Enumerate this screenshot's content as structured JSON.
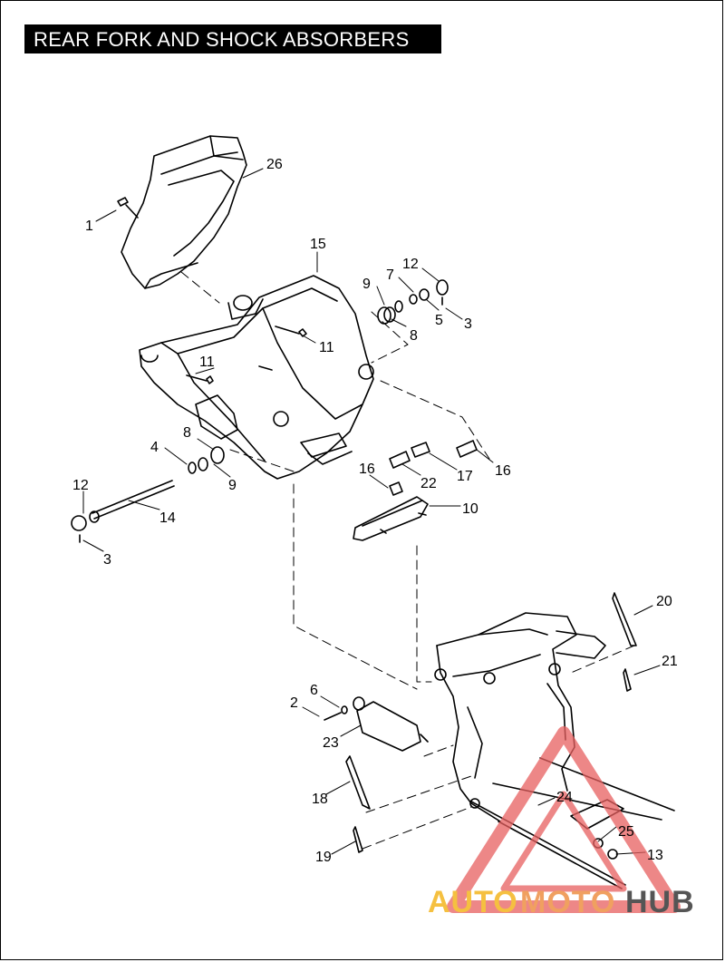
{
  "title": "REAR FORK AND SHOCK ABSORBERS",
  "callouts": [
    {
      "id": "c26",
      "text": "26"
    },
    {
      "id": "c1",
      "text": "1"
    },
    {
      "id": "c15",
      "text": "15"
    },
    {
      "id": "c12a",
      "text": "12"
    },
    {
      "id": "c7",
      "text": "7"
    },
    {
      "id": "c9a",
      "text": "9"
    },
    {
      "id": "c5",
      "text": "5"
    },
    {
      "id": "c3a",
      "text": "3"
    },
    {
      "id": "c8a",
      "text": "8"
    },
    {
      "id": "c11a",
      "text": "11"
    },
    {
      "id": "c11b",
      "text": "11"
    },
    {
      "id": "c8b",
      "text": "8"
    },
    {
      "id": "c4",
      "text": "4"
    },
    {
      "id": "c9b",
      "text": "9"
    },
    {
      "id": "c16a",
      "text": "16"
    },
    {
      "id": "c22",
      "text": "22"
    },
    {
      "id": "c17",
      "text": "17"
    },
    {
      "id": "c16b",
      "text": "16"
    },
    {
      "id": "c12b",
      "text": "12"
    },
    {
      "id": "c14",
      "text": "14"
    },
    {
      "id": "c10",
      "text": "10"
    },
    {
      "id": "c3b",
      "text": "3"
    },
    {
      "id": "c20",
      "text": "20"
    },
    {
      "id": "c21",
      "text": "21"
    },
    {
      "id": "c6",
      "text": "6"
    },
    {
      "id": "c2",
      "text": "2"
    },
    {
      "id": "c23",
      "text": "23"
    },
    {
      "id": "c18",
      "text": "18"
    },
    {
      "id": "c24",
      "text": "24"
    },
    {
      "id": "c25",
      "text": "25"
    },
    {
      "id": "c13",
      "text": "13"
    },
    {
      "id": "c19",
      "text": "19"
    }
  ],
  "watermark": {
    "part1": "AUTO",
    "part2": "MOTO",
    "part3": "HUB",
    "color_auto": "#f5c040",
    "color_moto": "#f0a060",
    "color_hub": "#555555",
    "triangle_color": "#e86060"
  }
}
